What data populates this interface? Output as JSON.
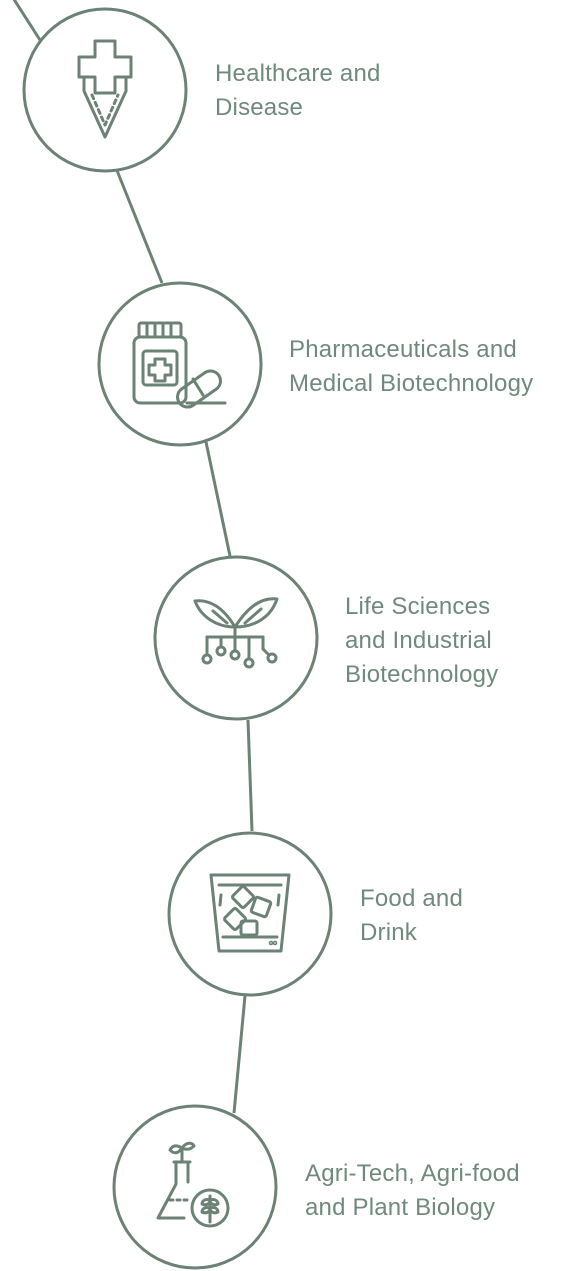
{
  "colors": {
    "stroke": "#6b8275",
    "text": "#6f8a7c",
    "background": "#ffffff"
  },
  "items": [
    {
      "icon": "medical-cross-pin-icon",
      "lines": [
        "Healthcare and",
        "Disease"
      ]
    },
    {
      "icon": "medicine-bottle-pill-icon",
      "lines": [
        "Pharmaceuticals and",
        "Medical Biotechnology"
      ]
    },
    {
      "icon": "plant-circuit-icon",
      "lines": [
        "Life Sciences",
        "and Industrial",
        "Biotechnology"
      ]
    },
    {
      "icon": "glass-with-ice-icon",
      "lines": [
        "Food and",
        "Drink"
      ]
    },
    {
      "icon": "flask-sprout-wheat-icon",
      "lines": [
        "Agri-Tech, Agri-food",
        "and Plant Biology"
      ]
    }
  ]
}
